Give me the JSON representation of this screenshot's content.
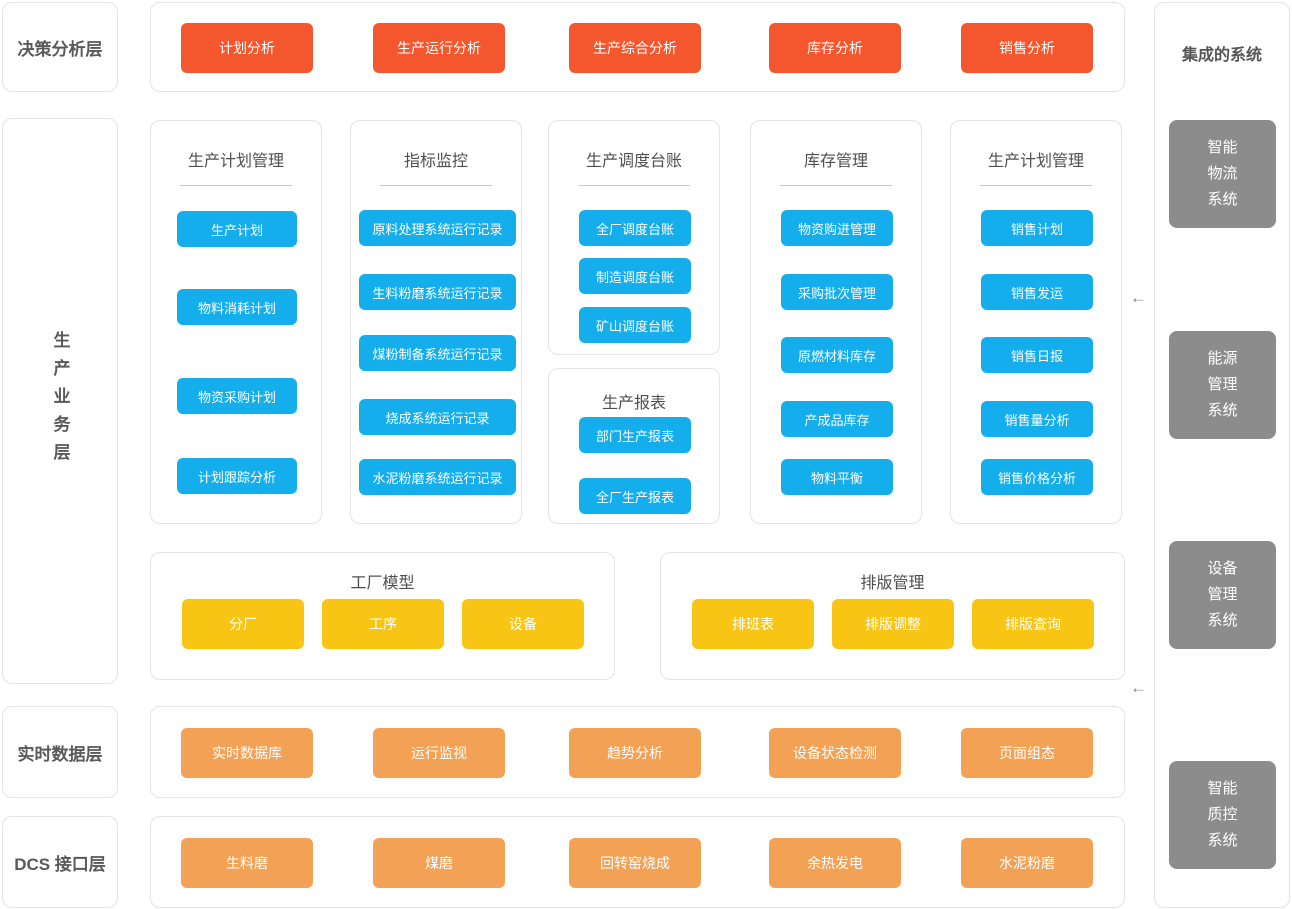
{
  "colors": {
    "red_accent": "#f4572d",
    "blue_accent": "#14aeec",
    "yellow_accent": "#f8c515",
    "orange_accent": "#f2a155",
    "gray_system": "#8c8c8c"
  },
  "left_layers": {
    "decision": "决策分析层",
    "business": "生产业务层",
    "realtime": "实时数据层",
    "dcs": "DCS 接口层"
  },
  "decision_buttons": [
    "计划分析",
    "生产运行分析",
    "生产综合分析",
    "库存分析",
    "销售分析"
  ],
  "panels": {
    "plan": {
      "title": "生产计划管理",
      "buttons": [
        "生产计划",
        "物料消耗计划",
        "物资采购计划",
        "计划跟踪分析"
      ]
    },
    "kpi": {
      "title": "指标监控",
      "buttons": [
        "原料处理系统运行记录",
        "生料粉磨系统运行记录",
        "煤粉制备系统运行记录",
        "烧成系统运行记录",
        "水泥粉磨系统运行记录"
      ]
    },
    "dispatch": {
      "title": "生产调度台账",
      "buttons": [
        "全厂调度台账",
        "制造调度台账",
        "矿山调度台账"
      ]
    },
    "report": {
      "title": "生产报表",
      "buttons": [
        "部门生产报表",
        "全厂生产报表"
      ]
    },
    "inventory": {
      "title": "库存管理",
      "buttons": [
        "物资购进管理",
        "采购批次管理",
        "原燃材料库存",
        "产成品库存",
        "物料平衡"
      ]
    },
    "sales": {
      "title": "生产计划管理",
      "buttons": [
        "销售计划",
        "销售发运",
        "销售日报",
        "销售量分析",
        "销售价格分析"
      ]
    }
  },
  "factory_model": {
    "title": "工厂模型",
    "buttons": [
      "分厂",
      "工序",
      "设备"
    ]
  },
  "schedule_mgmt": {
    "title": "排版管理",
    "buttons": [
      "排班表",
      "排版调整",
      "排版查询"
    ]
  },
  "realtime_buttons": [
    "实时数据库",
    "运行监视",
    "趋势分析",
    "设备状态检测",
    "页面组态"
  ],
  "dcs_buttons": [
    "生料磨",
    "煤磨",
    "回转窑烧成",
    "余热发电",
    "水泥粉磨"
  ],
  "integrated": {
    "title": "集成的系统",
    "systems": [
      "智能物流系统",
      "能源管理系统",
      "设备管理系统",
      "智能质控系统"
    ]
  },
  "arrow_glyph": "←"
}
